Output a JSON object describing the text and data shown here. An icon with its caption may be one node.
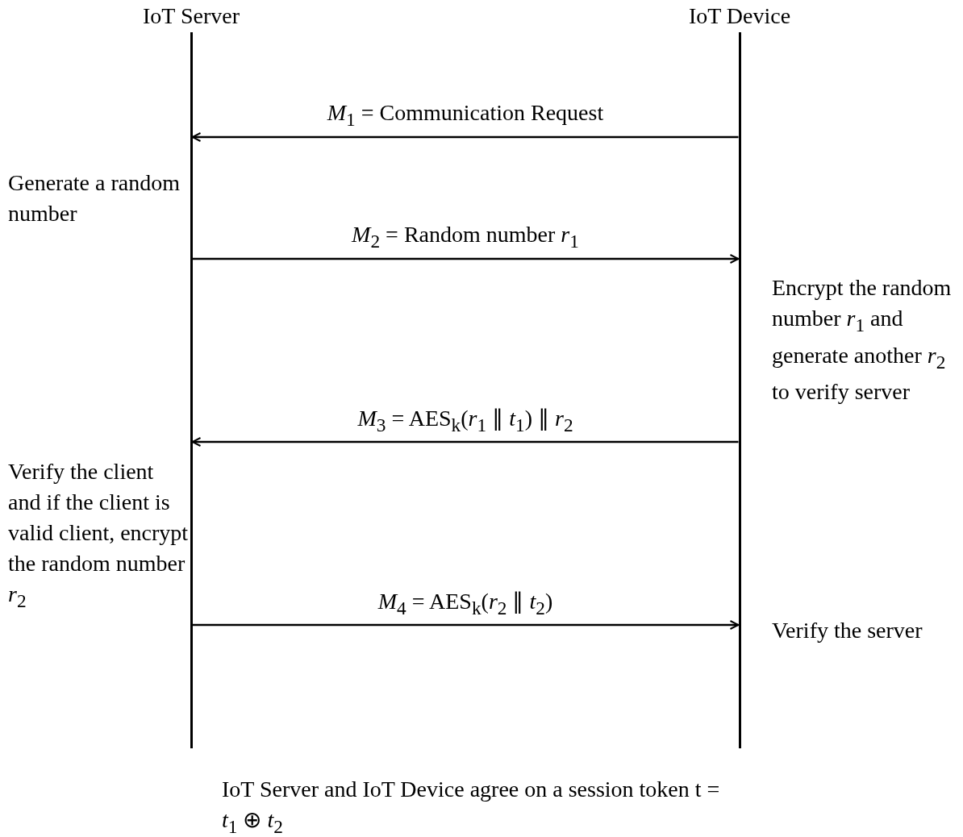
{
  "diagram": {
    "caption": "IoT Server and IoT Device agree on a session token t = *t*$_{1}$ ⊕ *t*$_{2}$",
    "nodes": [
      {
        "text": [
          "IoT Server"
        ]
      },
      {
        "text": [
          "IoT Device"
        ]
      }
    ],
    "edges": [
      {
        "from": 1,
        "to": 0,
        "arrow": "to",
        "label": "*M*$_{1}$ = Communication Request"
      },
      {
        "from": 0,
        "to": 1,
        "arrow": "to",
        "label": "*M*$_{2}$ = Random number *r*$_{1}$"
      },
      {
        "from": 1,
        "to": 0,
        "arrow": "to",
        "label": "*M*$_{3}$ = AES$_{k}$(*r*$_{1}$ ∥ *t*$_{1}$) ∥ *r*$_{2}$"
      },
      {
        "from": 0,
        "to": 1,
        "arrow": "to",
        "label": "*M*$_{4}$ = AES$_{k}$(*r*$_{2}$ ∥ *t*$_{2}$)"
      }
    ],
    "labels": [
      "Generate a random number",
      "Encrypt the random number *r*$_{1}$ and generate another *r*$_{2}$ to verify server",
      "Verify the client and if the client is valid client, encrypt the random number *r*$_{2}$",
      "Verify the server"
    ]
  }
}
